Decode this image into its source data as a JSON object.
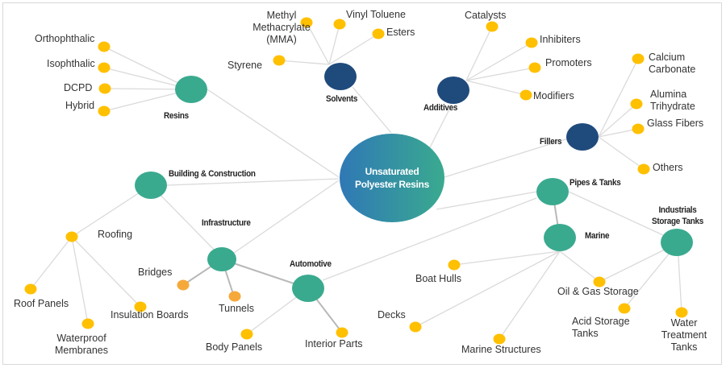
{
  "diagram": {
    "type": "mind-map",
    "center": {
      "label_line1": "Unsaturated",
      "label_line2": "Polyester Resins"
    },
    "colors": {
      "leaf_yellow": "#FFC000",
      "leaf_orange": "#F6A93B",
      "teal_node": "#3AAA8F",
      "navy_node": "#1F4A7C",
      "center_gradient_left": "#2F78B6",
      "center_gradient_right": "#3AAA8F",
      "edge": "#DADADA",
      "edge_dark": "#B8B8B8"
    },
    "categories": {
      "resins": {
        "label": "Resins",
        "children": [
          "Orthophthalic",
          "Isophthalic",
          "DCPD",
          "Hybrid"
        ]
      },
      "solvents": {
        "label": "Solvents",
        "children": [
          "Methyl Methacrylate (MMA)",
          "Vinyl Toluene",
          "Esters",
          "Styrene"
        ]
      },
      "additives": {
        "label": "Additives",
        "children": [
          "Catalysts",
          "Inhibiters",
          "Promoters",
          "Modifiers"
        ]
      },
      "fillers": {
        "label": "Fillers",
        "children": [
          "Calcium Carbonate",
          "Alumina Trihydrate",
          "Glass Fibers",
          "Others"
        ]
      },
      "building": {
        "label": "Building & Construction"
      },
      "roofing": {
        "label": "Roofing",
        "children": [
          "Roof Panels",
          "Waterproof Membranes",
          "Insulation Boards"
        ]
      },
      "infrastructure": {
        "label": "Infrastructure",
        "children": [
          "Bridges",
          "Tunnels"
        ]
      },
      "automotive": {
        "label": "Automotive",
        "children": [
          "Body Panels",
          "Interior Parts"
        ]
      },
      "pipes": {
        "label": "Pipes & Tanks"
      },
      "marine": {
        "label": "Marine",
        "children": [
          "Boat Hulls",
          "Decks",
          "Marine Structures",
          "Oil & Gas Storage"
        ]
      },
      "industrial": {
        "label_line1": "Industrials",
        "label_line2": "Storage Tanks",
        "children": [
          "Oil & Gas Storage",
          "Acid Storage Tanks",
          "Water Treatment Tanks"
        ]
      }
    },
    "leaf_labels": {
      "orthophthalic": "Orthophthalic",
      "isophthalic": "Isophthalic",
      "dcpd": "DCPD",
      "hybrid": "Hybrid",
      "mma_1": "Methyl",
      "mma_2": "Methacrylate",
      "mma_3": "(MMA)",
      "vinyl_toluene": "Vinyl Toluene",
      "esters": "Esters",
      "styrene": "Styrene",
      "catalysts": "Catalysts",
      "inhibiters": "Inhibiters",
      "promoters": "Promoters",
      "modifiers": "Modifiers",
      "calcium_1": "Calcium",
      "calcium_2": "Carbonate",
      "alumina_1": "Alumina",
      "alumina_2": "Trihydrate",
      "glass_fibers": "Glass Fibers",
      "others": "Others",
      "roofing": "Roofing",
      "roof_panels": "Roof Panels",
      "waterproof_1": "Waterproof",
      "waterproof_2": "Membranes",
      "insulation_boards": "Insulation Boards",
      "bridges": "Bridges",
      "tunnels": "Tunnels",
      "body_panels": "Body Panels",
      "interior_parts": "Interior Parts",
      "boat_hulls": "Boat Hulls",
      "decks": "Decks",
      "marine_structures": "Marine Structures",
      "oil_gas": "Oil & Gas Storage",
      "acid_1": "Acid Storage",
      "acid_2": "Tanks",
      "water_1": "Water",
      "water_2": "Treatment",
      "water_3": "Tanks"
    }
  }
}
